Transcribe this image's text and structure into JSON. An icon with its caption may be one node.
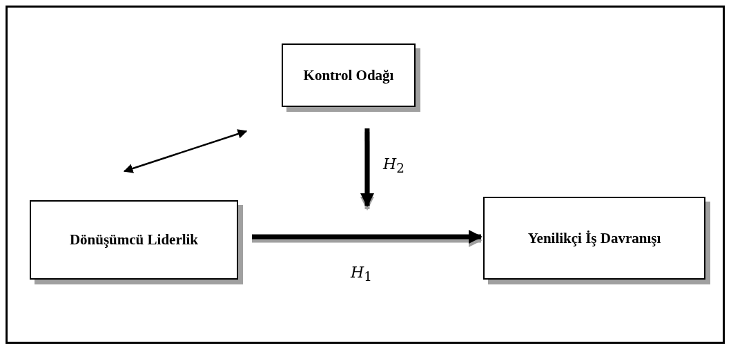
{
  "diagram": {
    "nodes": [
      {
        "text": [
          "Kontrol Odağı"
        ]
      },
      {
        "text": [
          "Dönüşümcü Liderlik"
        ]
      },
      {
        "text": [
          "Yenilikçi İş Davranışı"
        ]
      }
    ],
    "edges": [
      {
        "from": 1,
        "to": 0,
        "arrow": "both"
      },
      {
        "from": 0,
        "to": null,
        "arrow": "to",
        "label": "*H*$_{2}$"
      },
      {
        "from": 1,
        "to": 2,
        "arrow": "to",
        "label": "*H*$_{1}$"
      }
    ]
  }
}
